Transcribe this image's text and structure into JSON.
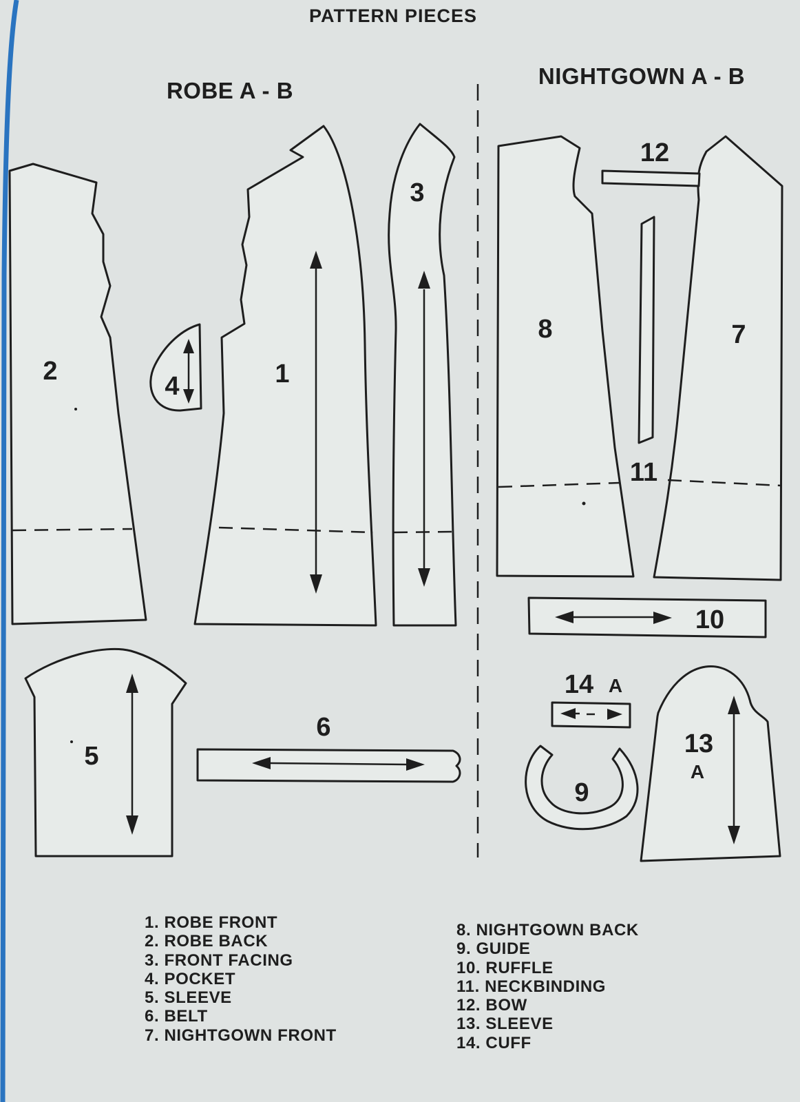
{
  "title": "PATTERN PIECES",
  "sections": {
    "robe": "ROBE A - B",
    "nightgown": "NIGHTGOWN A - B"
  },
  "piece_labels": {
    "p1": "1",
    "p2": "2",
    "p3": "3",
    "p4": "4",
    "p5": "5",
    "p6": "6",
    "p7": "7",
    "p8": "8",
    "p9": "9",
    "p10": "10",
    "p11": "11",
    "p12": "12",
    "p13": "13",
    "p13_variant": "A",
    "p14": "14",
    "p14_variant": "A"
  },
  "legend_left": [
    "1. ROBE FRONT",
    "2. ROBE BACK",
    "3. FRONT FACING",
    "4. POCKET",
    "5. SLEEVE",
    "6. BELT",
    "7. NIGHTGOWN FRONT"
  ],
  "legend_right": [
    "8. NIGHTGOWN BACK",
    "9. GUIDE",
    "10. RUFFLE",
    "11. NECKBINDING",
    "12. BOW",
    "13. SLEEVE",
    "14. CUFF"
  ],
  "colors": {
    "paper": "#dfe3e2",
    "ink": "#1e1e1e",
    "edge_blue": "#2a74c0"
  }
}
